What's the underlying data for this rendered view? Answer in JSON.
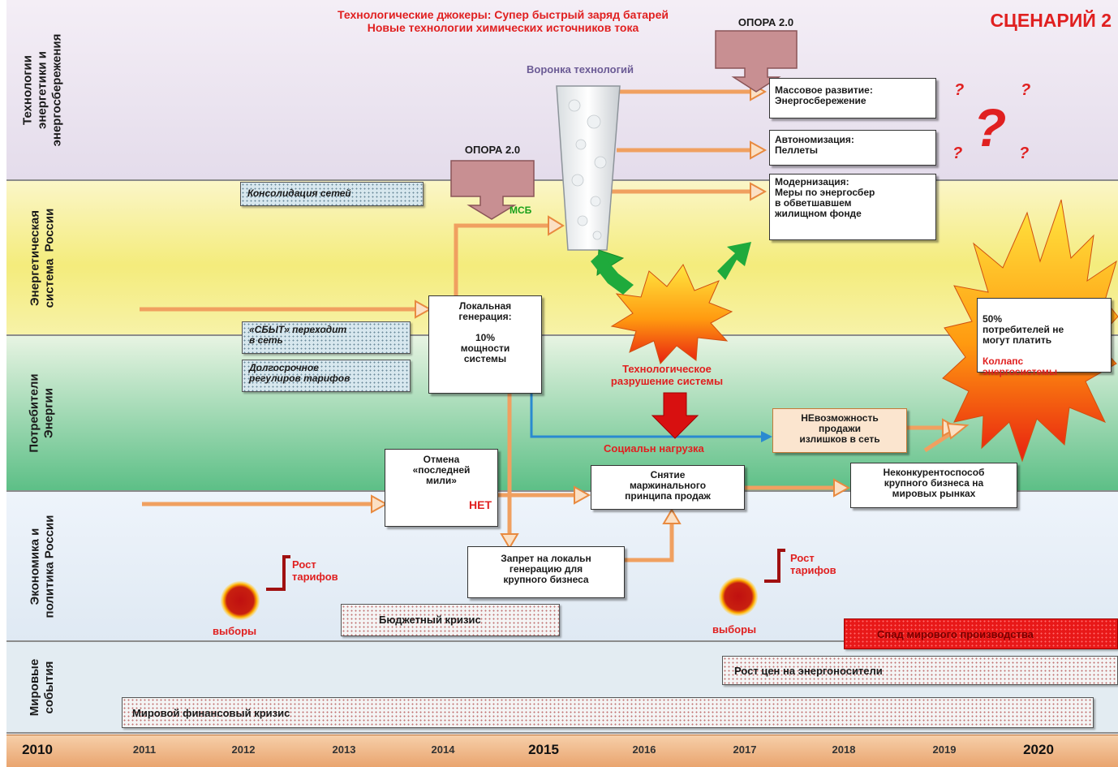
{
  "scenario": "СЦЕНАРИЙ 2",
  "jokers": {
    "line1": "Технологические джокеры: Супер быстрый заряд батарей",
    "line2": "Новые технологии химических источников тока"
  },
  "rows": {
    "tech": "Технологии\nэнергетики и\nэнергосбережения",
    "energy": "Энергетическая\nсистема  России",
    "consumers": "Потребители\nЭнергии",
    "economy": "Экономика и\nполитика России",
    "world": "Мировые\nсобытия"
  },
  "support_label": "ОПОРА 2.0",
  "funnel_label": "Воронка технологий",
  "msb_label": "МСБ",
  "boxes": {
    "mass_development": "Массовое развитие:\nЭнергосбережение",
    "autonomization": "Автономизация:\nПеллеты",
    "modernization": "Модернизация:\nМеры по энергосбер\nв обветшавшем\nжилищном фонде",
    "local_generation": "Локальная\nгенерация:\n\n10%\nмощности\nсистемы",
    "last_mile": "Отмена\n«последней\nмили»",
    "ban_local": "Запрет на локальн\nгенерацию для\nкрупного бизнеса",
    "remove_principle": "Снятие\nмаржинального\nпринципа продаж",
    "impossibility": "НЕвозможность\nпродажи\nизлишков в сеть",
    "uncompetitive": "Неконкурентоспособ\nкрупного бизнеса на\nмировых рынках",
    "collapse_black": "50%\nпотребителей не\nмогут платить",
    "collapse_red": "Коллапс\nэнергосистемы"
  },
  "no_label": "НЕТ",
  "notes": {
    "consolidation": "Консолидация сетей",
    "sales_to_grid": "«СБЫТ» переходит\nв сеть",
    "longterm_tariffs": "Долгосрочное\nрегулиров тарифов"
  },
  "tech_destruction": "Технологическое\nразрушение системы",
  "social_load": "Социальн нагрузка",
  "question_marks": [
    "?",
    "?",
    "?",
    "?",
    "?"
  ],
  "tariff_growth": "Рост\nтарифов",
  "elections": "выборы",
  "budget_crisis": "Бюджетный кризис",
  "world_production_decline": "Спад мирового производства",
  "energy_price_growth": "Рост цен на энергоносители",
  "world_financial_crisis": "Мировой финансовый кризис",
  "years": [
    "2010",
    "2011",
    "2012",
    "2013",
    "2014",
    "2015",
    "2016",
    "2017",
    "2018",
    "2019",
    "2020"
  ],
  "colors": {
    "orange_arrow": "#f0a060",
    "red_text": "#e02020",
    "green_text": "#1aa01a",
    "support_fill": "#c88f92",
    "blue_arrow": "#2a8ad0"
  }
}
